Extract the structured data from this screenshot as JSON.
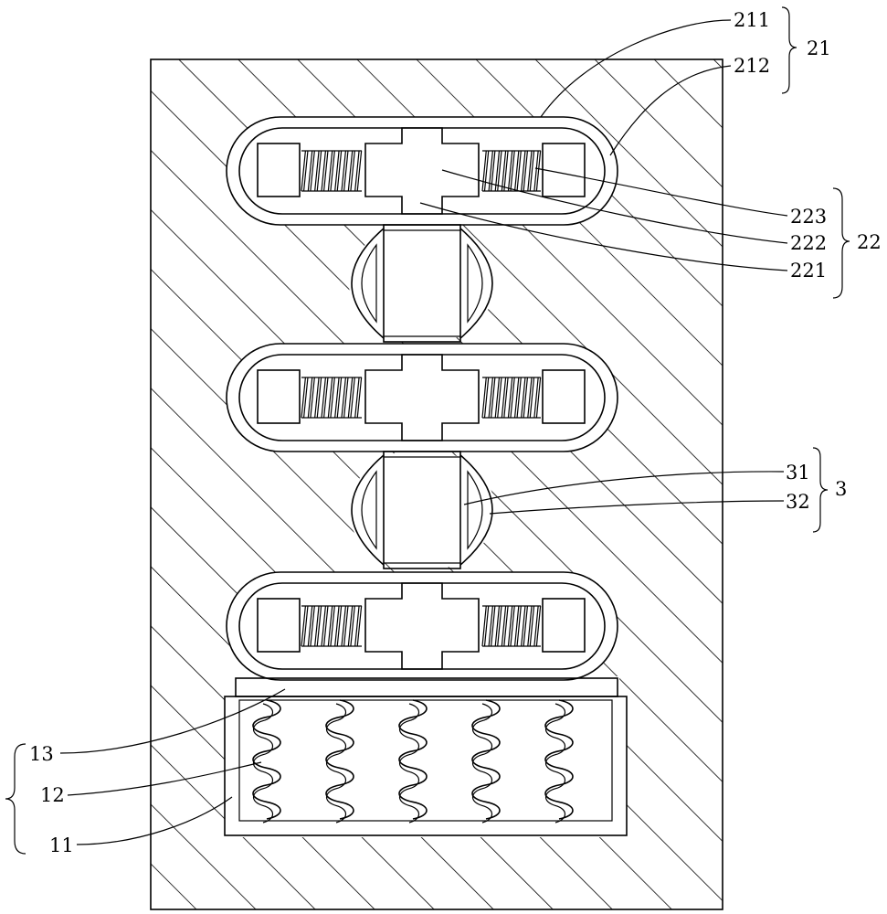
{
  "labels": {
    "l211": "211",
    "l212": "212",
    "l21": "21",
    "l223": "223",
    "l222": "222",
    "l221": "221",
    "l22": "22",
    "l31": "31",
    "l32": "32",
    "l3": "3",
    "l13": "13",
    "l12": "12",
    "l11": "11"
  },
  "structure": {
    "capsule_count": 3,
    "connector_count": 2,
    "spring_count": 5
  }
}
